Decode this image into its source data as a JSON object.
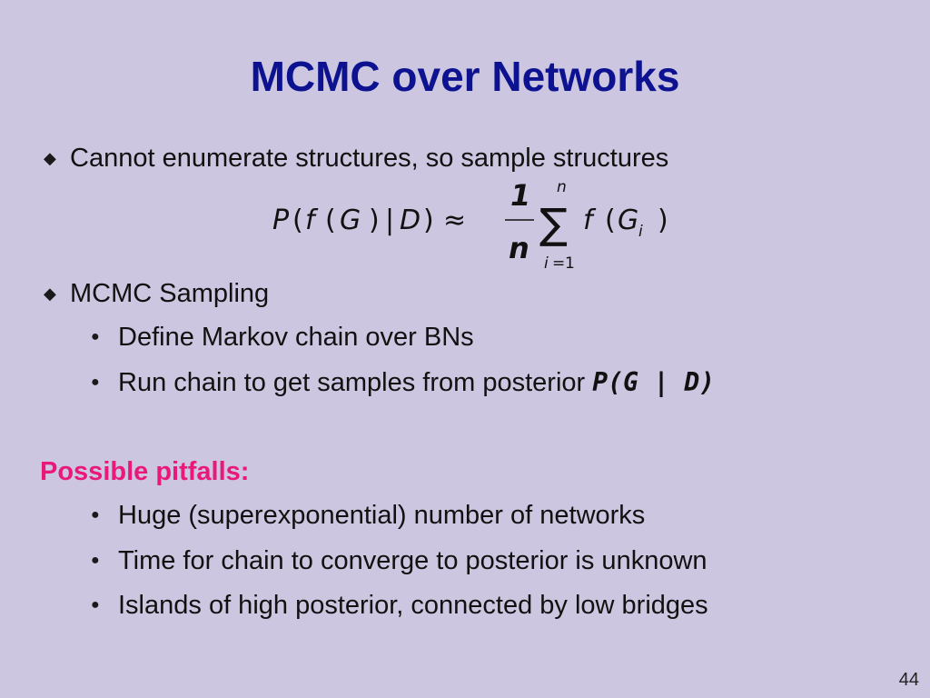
{
  "slide": {
    "title": "MCMC over Networks",
    "page_number": "44"
  },
  "bullets": [
    {
      "text": "Cannot enumerate structures, so sample structures"
    },
    {
      "text": "MCMC Sampling",
      "subitems": [
        "Define Markov chain over BNs",
        "Run chain to get samples from posterior "
      ],
      "inline_formula": "P(G | D)"
    }
  ],
  "equation": {
    "lhs_p": "P",
    "lhs_open": "(",
    "lhs_f": "f",
    "lhs_open2": "(",
    "lhs_g": "G",
    "lhs_close": ")",
    "bar": "|",
    "lhs_d": "D",
    "lhs_close2": ")",
    "approx": "≈",
    "frac_num": "1",
    "frac_den": "n",
    "sum_sym": "∑",
    "sum_upper": "n",
    "sum_lower_i": "i",
    "sum_lower_eq": "=",
    "sum_lower_1": "1",
    "rhs_f": "f",
    "rhs_open": "(",
    "rhs_g": "G",
    "rhs_sub": "i",
    "rhs_close": ")"
  },
  "pitfalls": {
    "heading": "Possible pitfalls:",
    "items": [
      "Huge (superexponential) number of networks",
      "Time for chain to converge to posterior is unknown",
      "Islands of high posterior, connected by low bridges"
    ]
  },
  "colors": {
    "background": "#cdc6e0",
    "title": "#0c1290",
    "pitfalls": "#e8197a",
    "text": "#111111"
  },
  "icons": {
    "level1_bullet": "diamond-bullet-icon",
    "level2_bullet": "dot-bullet-icon"
  }
}
